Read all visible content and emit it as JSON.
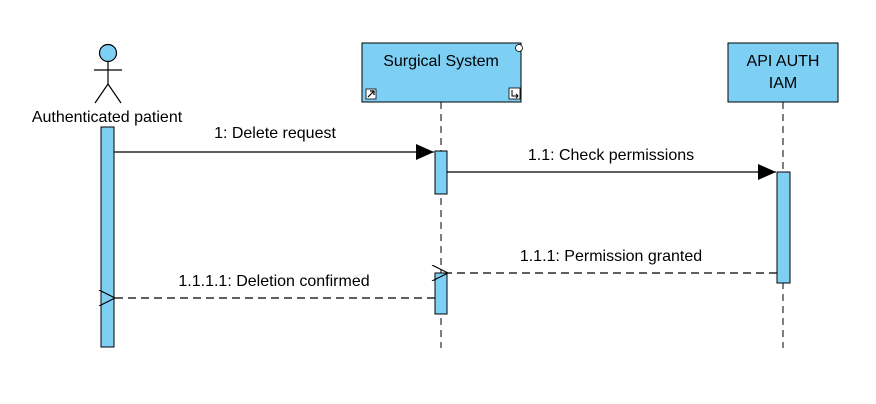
{
  "colors": {
    "fill": "#7ecff4",
    "stroke": "#000000",
    "background": "#ffffff"
  },
  "actors": {
    "patient": {
      "label": "Authenticated patient",
      "icon": "stick-figure-icon"
    },
    "surgical": {
      "label": "Surgical System"
    },
    "api": {
      "label_line1": "API AUTH",
      "label_line2": "IAM"
    }
  },
  "messages": [
    {
      "label": "1: Delete request",
      "style": "solid"
    },
    {
      "label": "1.1: Check permissions",
      "style": "solid"
    },
    {
      "label": "1.1.1: Permission granted",
      "style": "dashed"
    },
    {
      "label": "1.1.1.1: Deletion confirmed",
      "style": "dashed"
    }
  ]
}
